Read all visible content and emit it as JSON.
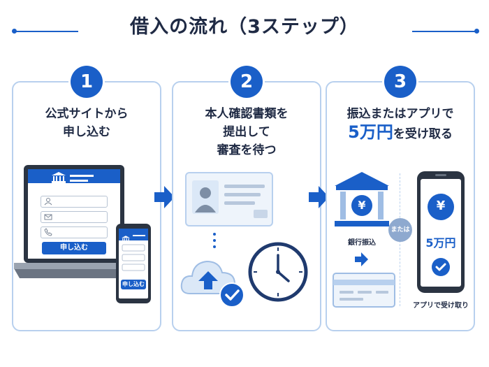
{
  "title": "借入の流れ（3ステップ）",
  "steps": [
    {
      "number": "1",
      "line1": "公式サイトから",
      "line2": "申し込む",
      "form_button": "申し込む",
      "phone_button": "申し込む"
    },
    {
      "number": "2",
      "line1": "本人確認書類を",
      "line2": "提出して",
      "line3": "審査を待つ"
    },
    {
      "number": "3",
      "line1": "振込またはアプリで",
      "amount": "5万円",
      "line2_rest": "を受け取る",
      "bank_label": "銀行振込",
      "or_label": "または",
      "yen_symbol": "¥",
      "phone_amount": "5万円",
      "app_label": "アプリで受け取り"
    }
  ],
  "colors": {
    "accent": "#1a5fc8",
    "panel_border": "#b8d0ee",
    "light_blue": "#dbe8f7",
    "text": "#1f2a44"
  }
}
